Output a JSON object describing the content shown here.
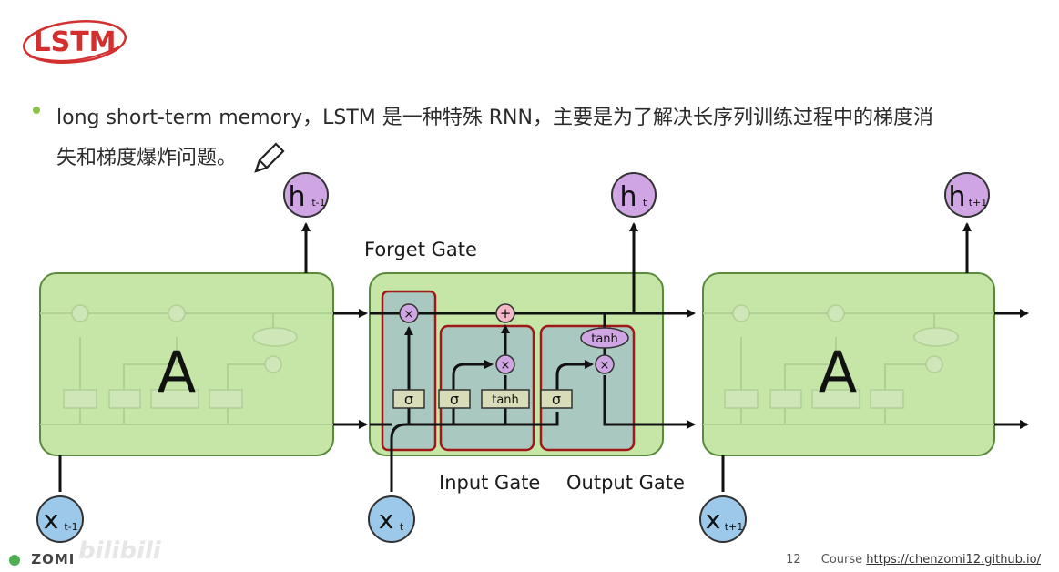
{
  "logo": {
    "text": "LSTM",
    "color": "#d32f2f"
  },
  "bullet": {
    "line1": "long short-term memory，LSTM 是一种特殊 RNN，主要是为了解决长序列训练过程中的梯度消",
    "line2": "失和梯度爆炸问题。"
  },
  "labels": {
    "forget_gate": "Forget Gate",
    "input_gate": "Input Gate",
    "output_gate": "Output Gate"
  },
  "cells": {
    "left": {
      "label": "A"
    },
    "right": {
      "label": "A"
    }
  },
  "ops": {
    "sigma": "σ",
    "tanh": "tanh",
    "times": "×",
    "plus": "+"
  },
  "nodes": {
    "h_prev": {
      "base": "h",
      "sub": "t-1"
    },
    "h_cur": {
      "base": "h",
      "sub": "t"
    },
    "h_next": {
      "base": "h",
      "sub": "t+1"
    },
    "x_prev": {
      "base": "x",
      "sub": "t-1"
    },
    "x_cur": {
      "base": "x",
      "sub": "t"
    },
    "x_next": {
      "base": "x",
      "sub": "t+1"
    }
  },
  "footer": {
    "page": "12",
    "course_label": "Course",
    "url": "https://chenzomi12.github.io/",
    "brand": "ZOMI",
    "watermark": "bilibili"
  },
  "colors": {
    "cell_fill": "#c5e6a6",
    "cell_stroke": "#5a8a3a",
    "gate_fill": "#a9c9c0",
    "gate_stroke": "#a01818",
    "op_fill": "#d8dcb8",
    "h_node": "#cfa6e3",
    "x_node": "#9cc8ea"
  }
}
